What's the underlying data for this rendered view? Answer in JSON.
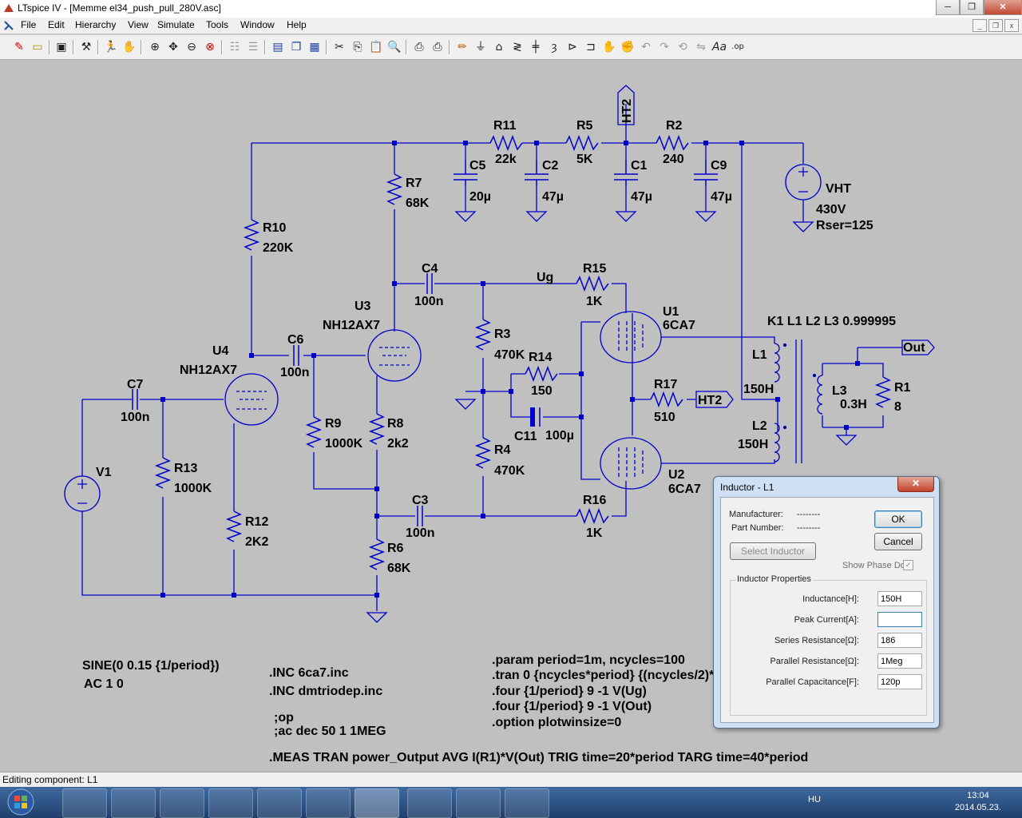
{
  "window": {
    "title": "LTspice IV - [Memme el34_push_pull_280V.asc]",
    "minimize": "─",
    "restore": "❐",
    "close": "✕"
  },
  "menu": [
    "File",
    "Edit",
    "Hierarchy",
    "View",
    "Simulate",
    "Tools",
    "Window",
    "Help"
  ],
  "toolbar_icons": [
    "new-schematic",
    "open",
    "save",
    "control-panel",
    "run",
    "halt",
    "zoom-in",
    "pan",
    "zoom-out",
    "zoom-cancel",
    "autoscale",
    "tile",
    "cascade",
    "close-window",
    "cut",
    "copy",
    "paste",
    "find",
    "print-setup",
    "print",
    "draw-wire",
    "ground",
    "label-net",
    "resistor",
    "capacitor",
    "inductor",
    "diode",
    "component",
    "move",
    "drag",
    "undo",
    "redo",
    "rotate",
    "mirror",
    "text",
    "spice-directive"
  ],
  "schematic": {
    "wire_color": "#0000cc",
    "text_color": "#000000",
    "components": {
      "R11": {
        "name": "R11",
        "value": "22k"
      },
      "R5": {
        "name": "R5",
        "value": "5K"
      },
      "R2": {
        "name": "R2",
        "value": "240"
      },
      "C5": {
        "name": "C5",
        "value": "20µ"
      },
      "C2": {
        "name": "C2",
        "value": "47µ"
      },
      "C1": {
        "name": "C1",
        "value": "47µ"
      },
      "C9": {
        "name": "C9",
        "value": "47µ"
      },
      "VHT": {
        "name": "VHT",
        "value": "430V",
        "extra": "Rser=125"
      },
      "R7": {
        "name": "R7",
        "value": "68K"
      },
      "R10": {
        "name": "R10",
        "value": "220K"
      },
      "C4": {
        "name": "C4",
        "value": "100n"
      },
      "R15": {
        "name": "R15",
        "value": "1K"
      },
      "U3": {
        "name": "U3",
        "value": "NH12AX7"
      },
      "U4": {
        "name": "U4",
        "value": "NH12AX7"
      },
      "U1": {
        "name": "U1",
        "value": "6CA7"
      },
      "U2": {
        "name": "U2",
        "value": "6CA7"
      },
      "C6": {
        "name": "C6",
        "value": "100n"
      },
      "C7": {
        "name": "C7",
        "value": "100n"
      },
      "R3": {
        "name": "R3",
        "value": "470K"
      },
      "R14": {
        "name": "R14",
        "value": "150"
      },
      "C11": {
        "name": "C11",
        "value": "100µ"
      },
      "R4": {
        "name": "R4",
        "value": "470K"
      },
      "R17": {
        "name": "R17",
        "value": "510"
      },
      "R9": {
        "name": "R9",
        "value": "1000K"
      },
      "R8": {
        "name": "R8",
        "value": "2k2"
      },
      "R13": {
        "name": "R13",
        "value": "1000K"
      },
      "R12": {
        "name": "R12",
        "value": "2K2"
      },
      "C3": {
        "name": "C3",
        "value": "100n"
      },
      "R16": {
        "name": "R16",
        "value": "1K"
      },
      "R6": {
        "name": "R6",
        "value": "68K"
      },
      "V1": {
        "name": "V1"
      },
      "L1": {
        "name": "L1",
        "value": "150H"
      },
      "L2": {
        "name": "L2",
        "value": "150H"
      },
      "L3": {
        "name": "L3",
        "value": "0.3H"
      },
      "R1": {
        "name": "R1",
        "value": "8"
      }
    },
    "nets": {
      "ht2_top": "HT2",
      "ht2_r17": "HT2",
      "ug": "Ug",
      "out": "Out"
    },
    "coupling": "K1 L1 L2 L3 0.999995",
    "directives": {
      "v1_line1": "SINE(0 0.15 {1/period})",
      "v1_line2": "AC 1 0",
      "inc1": ".INC 6ca7.inc",
      "inc2": ".INC dmtriodep.inc",
      "op": ";op",
      "ac": ";ac dec 50 1 1MEG",
      "param": ".param period=1m, ncycles=100",
      "tran": ".tran 0 {ncycles*period} {(ncycles/2)*",
      "four1": ".four {1/period} 9 -1 V(Ug)",
      "four2": ".four {1/period} 9 -1 V(Out)",
      "option": ".option plotwinsize=0",
      "meas": ".MEAS TRAN power_Output AVG I(R1)*V(Out) TRIG time=20*period TARG time=40*period"
    }
  },
  "dialog": {
    "title": "Inductor - L1",
    "close": "✕",
    "manufacturer_label": "Manufacturer:",
    "manufacturer_value": "--------",
    "part_label": "Part Number:",
    "part_value": "--------",
    "ok": "OK",
    "cancel": "Cancel",
    "select_inductor": "Select Inductor",
    "show_phase_dot": "Show Phase Dot",
    "group_label": "Inductor Properties",
    "inductance_label": "Inductance[H]:",
    "inductance_value": "150H",
    "peak_current_label": "Peak Current[A]:",
    "peak_current_value": "",
    "series_res_label": "Series Resistance[Ω]:",
    "series_res_value": "186",
    "parallel_res_label": "Parallel Resistance[Ω]:",
    "parallel_res_value": "1Meg",
    "parallel_cap_label": "Parallel Capacitance[F]:",
    "parallel_cap_value": "120p"
  },
  "status": {
    "text": "Editing component: L1"
  },
  "taskbar": {
    "apps": [
      "floppy-save",
      "magnet",
      "calculator",
      "file-explorer",
      "outlook",
      "firefox",
      "ltspice",
      "excel",
      "ltspice-2",
      "red-app"
    ],
    "lang": "HU",
    "time": "13:04",
    "date": "2014.05.23."
  }
}
